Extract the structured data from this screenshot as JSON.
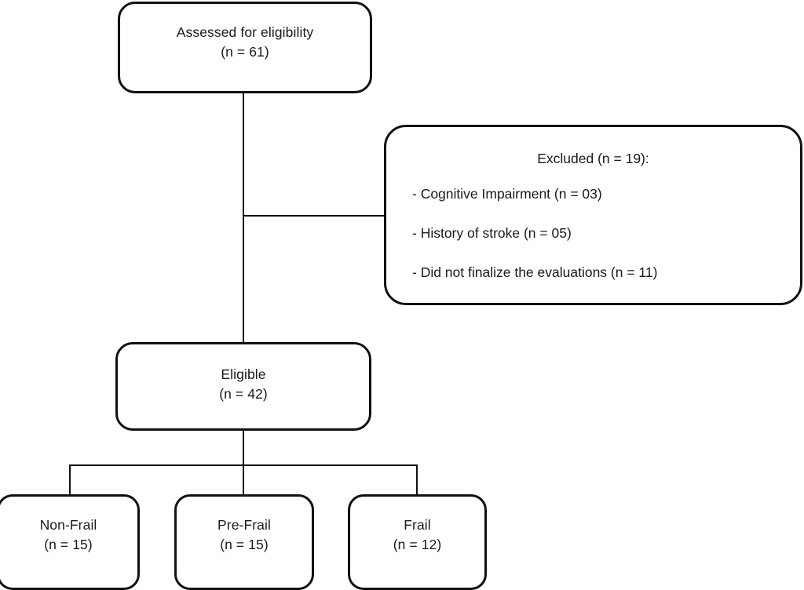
{
  "diagram": {
    "type": "participant-flow-chart",
    "stroke_color": "#111111",
    "text_color": "#1a1a1a",
    "background": "#ffffff"
  },
  "nodes": {
    "assessed": {
      "label": "Assessed for eligibility",
      "count_text": "(n = 61)",
      "n": 61
    },
    "excluded": {
      "title": "Excluded (n = 19):",
      "n": 19,
      "reasons": [
        {
          "text": "- Cognitive Impairment (n = 03)",
          "label": "Cognitive Impairment",
          "n": 3
        },
        {
          "text": "- History of stroke (n = 05)",
          "label": "History of stroke",
          "n": 5
        },
        {
          "text": "- Did not finalize the evaluations (n = 11)",
          "label": "Did not finalize the evaluations",
          "n": 11
        }
      ]
    },
    "eligible": {
      "label": "Eligible",
      "count_text": "(n = 42)",
      "n": 42
    },
    "groups": [
      {
        "label": "Non-Frail",
        "count_text": "(n = 15)",
        "n": 15
      },
      {
        "label": "Pre-Frail",
        "count_text": "(n = 15)",
        "n": 15
      },
      {
        "label": "Frail",
        "count_text": "(n = 12)",
        "n": 12
      }
    ]
  }
}
